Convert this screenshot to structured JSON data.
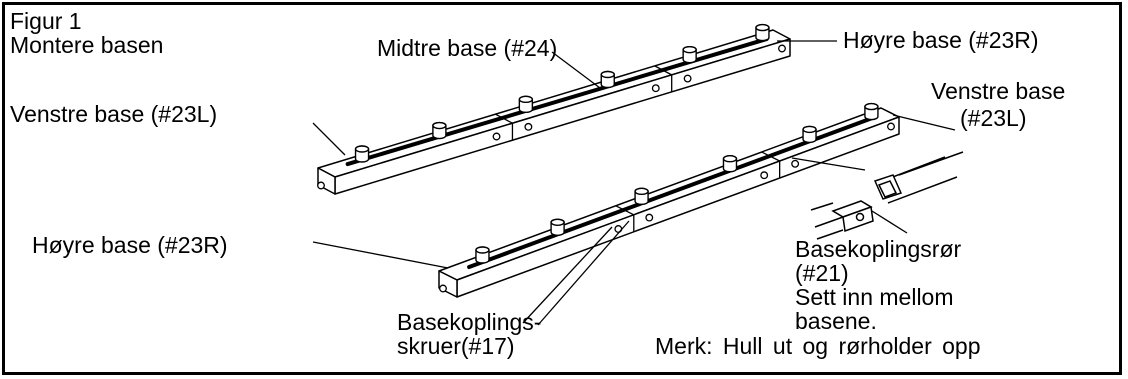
{
  "figure": {
    "number": "Figur 1",
    "title": "Montere basen"
  },
  "labels": {
    "middle_base": "Midtre base (#24)",
    "right_base_top": "Høyre base (#23R)",
    "left_base_top": "Venstre base (#23L)",
    "left_base_right_line1": "Venstre base",
    "left_base_right_line2": "(#23L)",
    "right_base_left": "Høyre base (#23R)",
    "connector_tube_line1": "Basekoplingsrør",
    "connector_tube_line2": "(#21)",
    "connector_tube_line3": "Sett inn mellom",
    "connector_tube_line4": "basene.",
    "screws_line1": "Basekoplings-",
    "screws_line2": "skruer(#17)",
    "note": "Merk: Hull ut og rørholder opp"
  },
  "colors": {
    "ink": "#000000",
    "paper": "#ffffff"
  }
}
